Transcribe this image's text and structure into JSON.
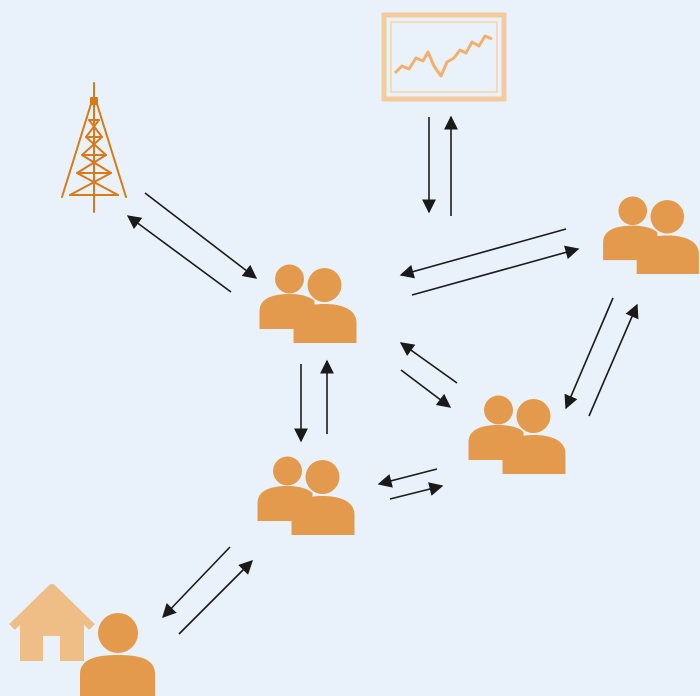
{
  "colors": {
    "background": "#e9f2fb",
    "person": "#e49a4c",
    "tower": "#d87a1a",
    "house": "#efbd86",
    "monitor_frame": "#f6c48c",
    "monitor_line": "#f4b06a",
    "arrow": "#1a1a1a"
  },
  "nodes": [
    {
      "id": "tower",
      "icon": "radio-tower-icon"
    },
    {
      "id": "monitor",
      "icon": "stock-chart-monitor-icon"
    },
    {
      "id": "hub",
      "icon": "user-group-icon"
    },
    {
      "id": "group_right",
      "icon": "user-group-icon"
    },
    {
      "id": "group_mid_right",
      "icon": "user-group-icon"
    },
    {
      "id": "group_lower",
      "icon": "user-group-icon"
    },
    {
      "id": "home_user",
      "icon": "home-user-icon"
    }
  ],
  "links": [
    {
      "from": "hub",
      "to": "tower",
      "bidirectional": true
    },
    {
      "from": "hub",
      "to": "monitor",
      "bidirectional": true
    },
    {
      "from": "hub",
      "to": "group_right",
      "bidirectional": true
    },
    {
      "from": "hub",
      "to": "group_mid_right",
      "bidirectional": true
    },
    {
      "from": "hub",
      "to": "group_lower",
      "bidirectional": true
    },
    {
      "from": "group_right",
      "to": "group_mid_right",
      "bidirectional": true
    },
    {
      "from": "group_lower",
      "to": "group_mid_right",
      "bidirectional": true
    },
    {
      "from": "group_lower",
      "to": "home_user",
      "bidirectional": true
    }
  ]
}
